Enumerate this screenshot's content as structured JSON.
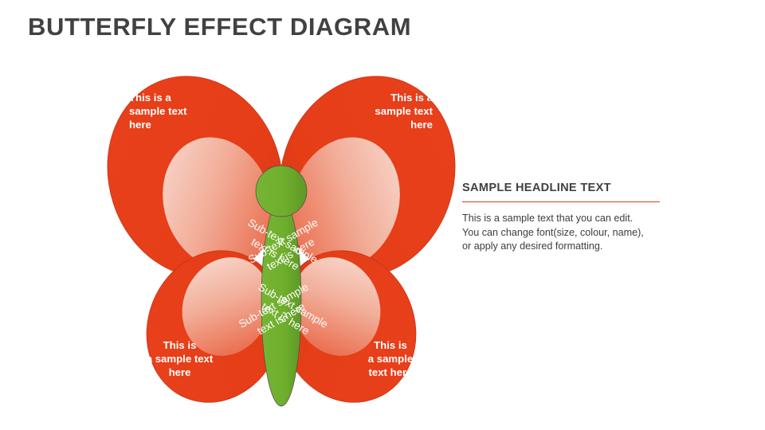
{
  "page": {
    "title": "BUTTERFLY EFFECT DIAGRAM",
    "background_color": "#ffffff"
  },
  "theme": {
    "wing_red": "#E8401C",
    "wing_red_dark": "#C8341A",
    "wing_inner_light": "#F7CFC4",
    "wing_inner_mid": "#EE8970",
    "body_green": "#6FAF2D",
    "body_green_dark": "#5E9826",
    "antenna_color": "#A32E1B",
    "title_color": "#414141",
    "divider_color": "#D8401A",
    "wing_text_color": "#FFFFFF"
  },
  "diagram": {
    "name": "butterfly-effect-diagram",
    "body_parts": {
      "head": "butterfly-head",
      "abdomen": "butterfly-body",
      "antenna_left": "antenna-left",
      "antenna_right": "antenna-right"
    },
    "wings": [
      {
        "id": "top-left",
        "label": "This is a\nsample text\nhere",
        "subtext": "Sub-text sample\ntext is here"
      },
      {
        "id": "top-right",
        "label": "This is a\nsample text\nhere",
        "subtext": "Sub-text sample\ntext is here"
      },
      {
        "id": "bottom-left",
        "label": "This is\na sample text\nhere",
        "subtext": "Sub-text sample\ntext is here"
      },
      {
        "id": "bottom-right",
        "label": "This is\na sample\ntext here",
        "subtext": "Sub-text sample\ntext is here"
      }
    ]
  },
  "side_panel": {
    "headline": "SAMPLE HEADLINE TEXT",
    "body": "This is a sample text that you can edit.\nYou can change font(size, colour, name),\nor apply any desired formatting."
  }
}
